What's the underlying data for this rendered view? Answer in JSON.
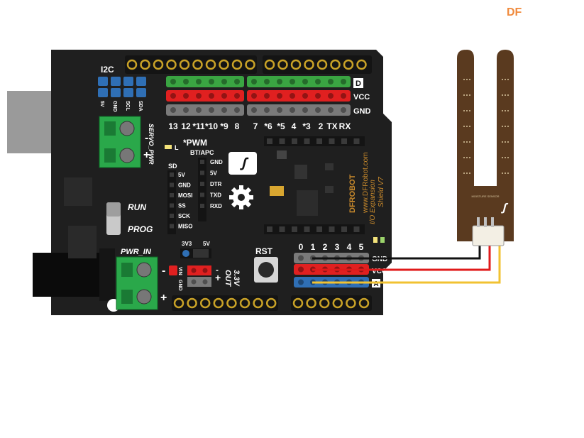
{
  "watermark": "DF",
  "board": {
    "i2c_label": "I2C",
    "i2c_pins": [
      "5V",
      "GND",
      "SCL",
      "SDA"
    ],
    "servo_pwr": "SERVO_PWR",
    "servo_minus": "-",
    "servo_plus": "+",
    "digital_row_labels": [
      "D",
      "VCC",
      "GND"
    ],
    "digital_numbers": [
      "13",
      "12",
      "*11",
      "*10",
      "*9",
      "8",
      "7",
      "*6",
      "*5",
      "4",
      "*3",
      "2",
      "TX",
      "RX"
    ],
    "led_l": "L",
    "pwm_note": "*PWM",
    "sd_label": "SD",
    "sd_pins": [
      "5V",
      "GND",
      "MOSI",
      "SS",
      "SCK",
      "MISO"
    ],
    "bt_label": "BT/APC",
    "bt_pins": [
      "GND",
      "5V",
      "DTR",
      "TXD",
      "RXD"
    ],
    "run": "RUN",
    "prog": "PROG",
    "pwr_in": "PWR_IN",
    "pwr_minus": "-",
    "pwr_plus": "+",
    "vin_gnd": [
      "VIN",
      "GND"
    ],
    "v3v3": "3V3",
    "v5v": "5V",
    "out33": [
      "3.3V",
      "OUT"
    ],
    "out_minus": "-",
    "out_plus": "+",
    "rst": "RST",
    "analog_numbers": [
      "0",
      "1",
      "2",
      "3",
      "4",
      "5"
    ],
    "analog_row_labels": [
      "GND",
      "VCC",
      "A"
    ],
    "side_text": [
      "DFROBOT",
      "I/O Expansion",
      "Shield V7"
    ],
    "side_url": "www.DFRobot.com"
  },
  "sensor": {
    "label": "MOISTURE SENSOR"
  },
  "colors": {
    "board": "#1f1f1f",
    "digital": "#3aa542",
    "vcc": "#e02020",
    "gnd": "#7a7a7a",
    "i2c": "#2f6fb5",
    "terminal": "#2aa84a",
    "pcb_sensor": "#5a3a1f",
    "wire_black": "#111111",
    "wire_red": "#e01b1b",
    "wire_yellow": "#f1c232",
    "header_gold": "#c9a227",
    "watermark": "#f08a3c"
  }
}
